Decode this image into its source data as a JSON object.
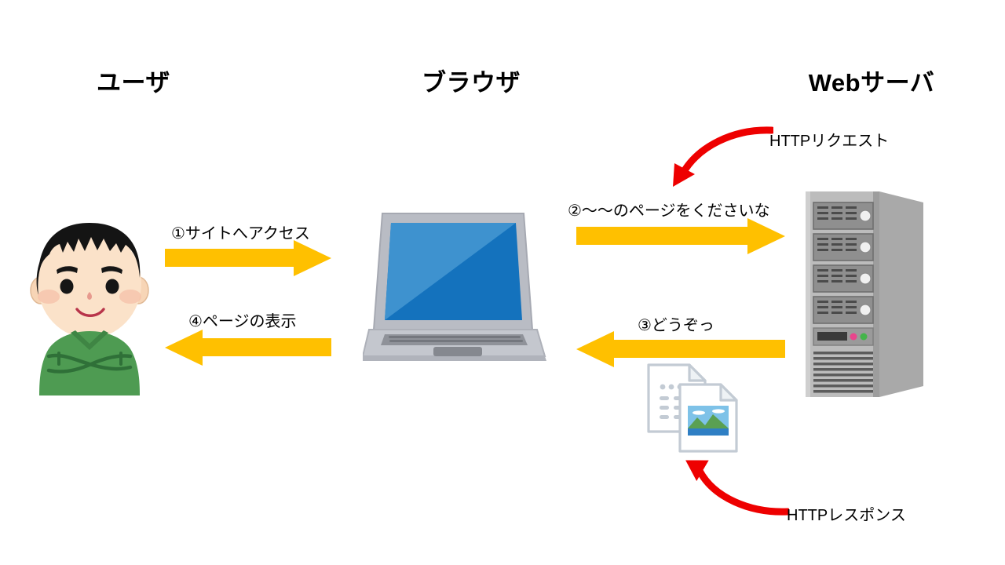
{
  "diagram": {
    "title_columns": [
      {
        "id": "user",
        "label": "ユーザ"
      },
      {
        "id": "browser",
        "label": "ブラウザ"
      },
      {
        "id": "server",
        "label": "Webサーバ"
      }
    ],
    "flow_steps": [
      {
        "id": "step1",
        "label": "①サイトへアクセス",
        "direction": "right",
        "from": "user",
        "to": "browser"
      },
      {
        "id": "step2",
        "label": "②〜〜のページをくださいな",
        "direction": "right",
        "from": "browser",
        "to": "server"
      },
      {
        "id": "step3",
        "label": "③どうぞっ",
        "direction": "left",
        "from": "server",
        "to": "browser"
      },
      {
        "id": "step4",
        "label": "④ページの表示",
        "direction": "left",
        "from": "browser",
        "to": "user"
      }
    ],
    "annotations": [
      {
        "id": "http-request",
        "label": "HTTPリクエスト",
        "arrow": "curved-down-left"
      },
      {
        "id": "http-response",
        "label": "HTTPレスポンス",
        "arrow": "curved-up-left"
      }
    ],
    "figures": [
      {
        "id": "user-figure",
        "name": "man-with-crossed-arms",
        "shirt_color": "#4e9b52",
        "hair_color": "#1a1a1a",
        "skin_color": "#fbe0c8"
      },
      {
        "id": "browser-figure",
        "name": "laptop-computer",
        "screen_color": "#1472bd",
        "body_color": "#b9bcc4"
      },
      {
        "id": "server-figure",
        "name": "server-tower",
        "body_color": "#b5b5b5",
        "led_colors": [
          "#e8458c",
          "#44b44a"
        ]
      },
      {
        "id": "files-figure",
        "name": "document-files",
        "page_color": "#ffffff",
        "border_color": "#c3cbd4"
      }
    ],
    "colors": {
      "arrow_yellow": "#FFC000",
      "annotation_red": "#EE0000",
      "text_black": "#000000",
      "background": "#FFFFFF"
    }
  }
}
